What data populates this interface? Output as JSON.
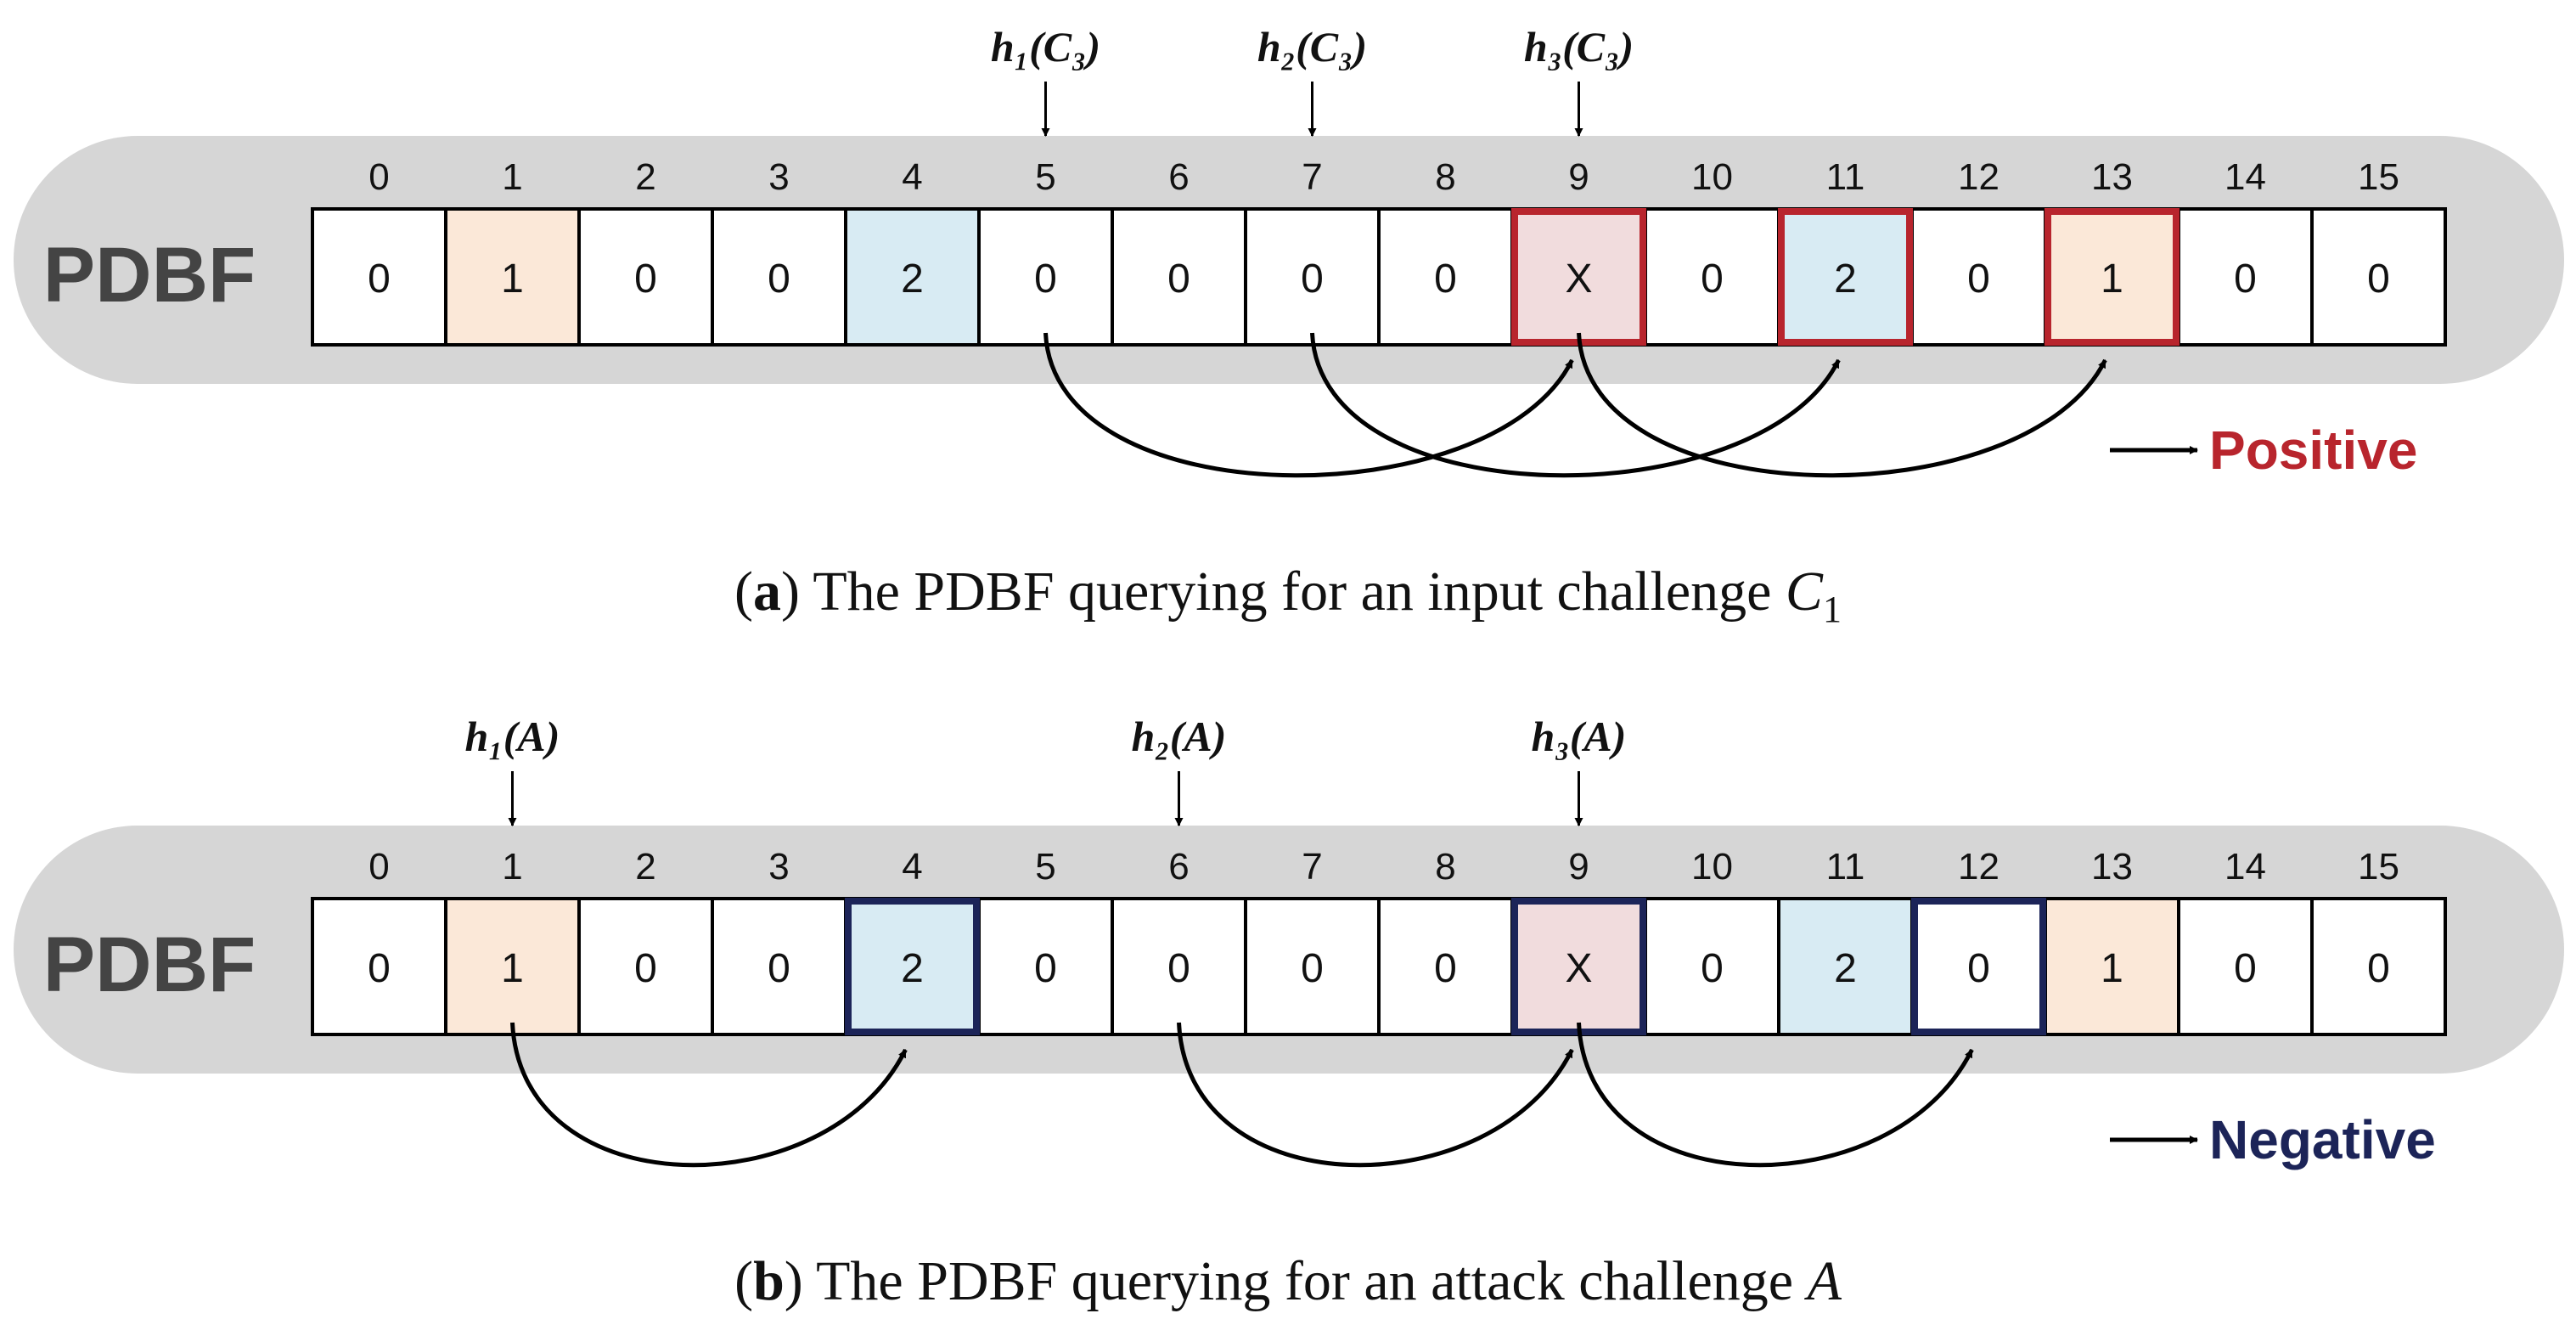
{
  "filter_label": "PDBF",
  "indices": [
    "0",
    "1",
    "2",
    "3",
    "4",
    "5",
    "6",
    "7",
    "8",
    "9",
    "10",
    "11",
    "12",
    "13",
    "14",
    "15"
  ],
  "colors": {
    "band": "#d6d6d6",
    "peach": "#fbe8d8",
    "blue": "#d8ebf3",
    "pink": "#f1dcdd",
    "positive": "#b8252d",
    "negative": "#1c2458"
  },
  "panels": [
    {
      "id": "a",
      "hashes": [
        {
          "label": "h₁(C₃)",
          "slot": 5
        },
        {
          "label": "h₂(C₃)",
          "slot": 7
        },
        {
          "label": "h₃(C₃)",
          "slot": 9
        }
      ],
      "cells": [
        {
          "value": "0",
          "fill": "white"
        },
        {
          "value": "1",
          "fill": "peach"
        },
        {
          "value": "0",
          "fill": "white"
        },
        {
          "value": "0",
          "fill": "white"
        },
        {
          "value": "2",
          "fill": "blue"
        },
        {
          "value": "0",
          "fill": "white"
        },
        {
          "value": "0",
          "fill": "white"
        },
        {
          "value": "0",
          "fill": "white"
        },
        {
          "value": "0",
          "fill": "white"
        },
        {
          "value": "X",
          "fill": "pink"
        },
        {
          "value": "0",
          "fill": "white"
        },
        {
          "value": "2",
          "fill": "blue"
        },
        {
          "value": "0",
          "fill": "white"
        },
        {
          "value": "1",
          "fill": "peach"
        },
        {
          "value": "0",
          "fill": "white"
        },
        {
          "value": "0",
          "fill": "white"
        }
      ],
      "highlighted": [
        9,
        11,
        13
      ],
      "highlight_color": "positive",
      "arcs": [
        [
          5,
          9
        ],
        [
          7,
          11
        ],
        [
          9,
          13
        ]
      ],
      "result": "Positive",
      "result_color": "positive",
      "caption_letter": "a",
      "caption_text": " The PDBF querying for an input challenge ",
      "caption_var": "C",
      "caption_sub": "1"
    },
    {
      "id": "b",
      "hashes": [
        {
          "label": "h₁(A)",
          "slot": 1
        },
        {
          "label": "h₂(A)",
          "slot": 6
        },
        {
          "label": "h₃(A)",
          "slot": 9
        }
      ],
      "cells": [
        {
          "value": "0",
          "fill": "white"
        },
        {
          "value": "1",
          "fill": "peach"
        },
        {
          "value": "0",
          "fill": "white"
        },
        {
          "value": "0",
          "fill": "white"
        },
        {
          "value": "2",
          "fill": "blue"
        },
        {
          "value": "0",
          "fill": "white"
        },
        {
          "value": "0",
          "fill": "white"
        },
        {
          "value": "0",
          "fill": "white"
        },
        {
          "value": "0",
          "fill": "white"
        },
        {
          "value": "X",
          "fill": "pink"
        },
        {
          "value": "0",
          "fill": "white"
        },
        {
          "value": "2",
          "fill": "blue"
        },
        {
          "value": "0",
          "fill": "white"
        },
        {
          "value": "1",
          "fill": "peach"
        },
        {
          "value": "0",
          "fill": "white"
        },
        {
          "value": "0",
          "fill": "white"
        }
      ],
      "highlighted": [
        4,
        9,
        12
      ],
      "highlight_color": "negative",
      "arcs": [
        [
          1,
          4
        ],
        [
          6,
          9
        ],
        [
          9,
          12
        ]
      ],
      "result": "Negative",
      "result_color": "negative",
      "caption_letter": "b",
      "caption_text": " The PDBF querying for an attack challenge ",
      "caption_var": "A",
      "caption_sub": ""
    }
  ]
}
